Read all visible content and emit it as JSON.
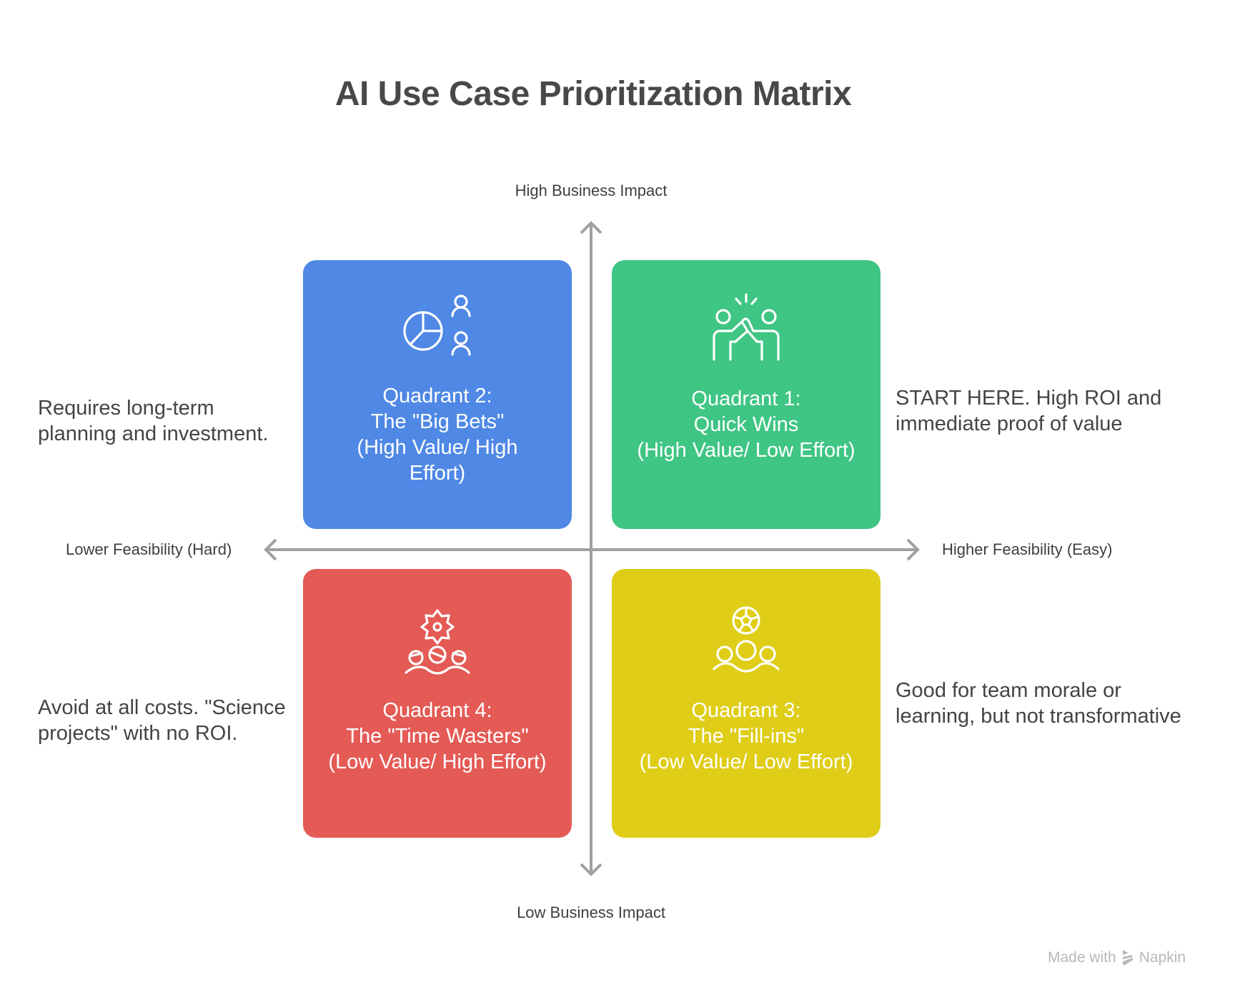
{
  "title": "AI Use Case Prioritization Matrix",
  "axes": {
    "y_top_label": "High Business Impact",
    "y_bottom_label": "Low Business Impact",
    "x_left_label": "Lower Feasibility (Hard)",
    "x_right_label": "Higher Feasibility (Easy)",
    "axis_color": "#a0a0a0"
  },
  "quadrants": [
    {
      "id": "q1",
      "position": "top-right",
      "color": "#3fc584",
      "icon": "high-five-icon",
      "label_lines": [
        "Quadrant 1:",
        "Quick Wins",
        "(High Value/ Low Effort)"
      ],
      "note_lines": [
        "START HERE. High ROI and",
        "immediate proof of value"
      ]
    },
    {
      "id": "q2",
      "position": "top-left",
      "color": "#4f88e5",
      "icon": "pie-chart-people-icon",
      "label_lines": [
        "Quadrant 2:",
        "The \"Big Bets\"",
        "(High Value/ High",
        "Effort)"
      ],
      "note_lines": [
        "Requires long-term",
        "planning and investment."
      ]
    },
    {
      "id": "q3",
      "position": "bottom-right",
      "color": "#dfcd17",
      "icon": "team-ball-icon",
      "label_lines": [
        "Quadrant 3:",
        "The \"Fill-ins\"",
        "(Low Value/ Low Effort)"
      ],
      "note_lines": [
        "Good for team morale or",
        "learning, but not transformative"
      ]
    },
    {
      "id": "q4",
      "position": "bottom-left",
      "color": "#e45a55",
      "icon": "team-gear-icon",
      "label_lines": [
        "Quadrant 4:",
        "The \"Time Wasters\"",
        "(Low Value/ High Effort)"
      ],
      "note_lines": [
        "Avoid at all costs. \"Science",
        "projects\" with no ROI."
      ]
    }
  ],
  "footer": {
    "made_with": "Made with",
    "brand": "Napkin"
  }
}
